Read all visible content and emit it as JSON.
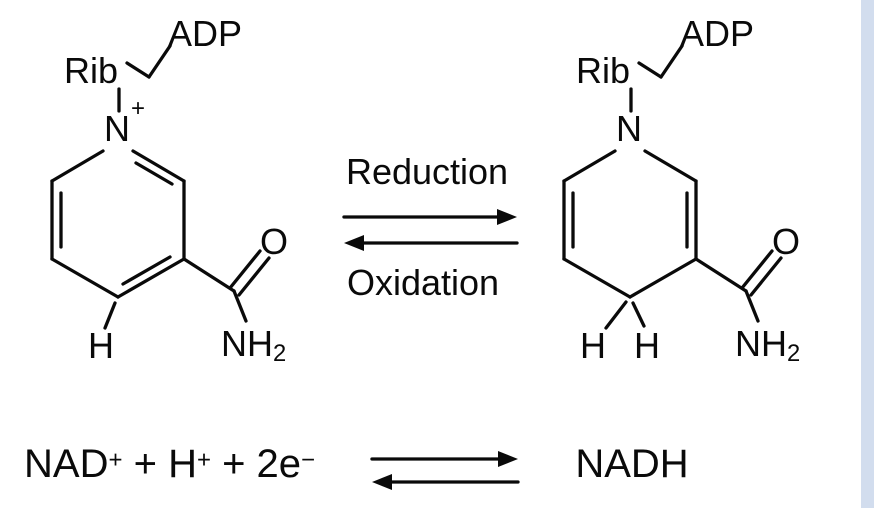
{
  "colors": {
    "background": "#ffffff",
    "ink": "#0a0a0a",
    "edge_strip": "#d2ddee"
  },
  "left_molecule": {
    "rib": "Rib",
    "adp": "ADP",
    "nitrogen": "N",
    "charge": "+",
    "hydrogen": "H",
    "oxygen": "O",
    "amide_nh": "NH",
    "amide_sub": "2"
  },
  "right_molecule": {
    "rib": "Rib",
    "adp": "ADP",
    "nitrogen": "N",
    "hydrogen_1": "H",
    "hydrogen_2": "H",
    "oxygen": "O",
    "amide_nh": "NH",
    "amide_sub": "2"
  },
  "reaction": {
    "forward": "Reduction",
    "reverse": "Oxidation"
  },
  "equation": {
    "nad": "NAD",
    "nad_sup": "+",
    "plus_1": " + ",
    "h": "H",
    "h_sup": "+",
    "plus_2": " + 2e",
    "e_sup": "−",
    "product": "NADH"
  }
}
